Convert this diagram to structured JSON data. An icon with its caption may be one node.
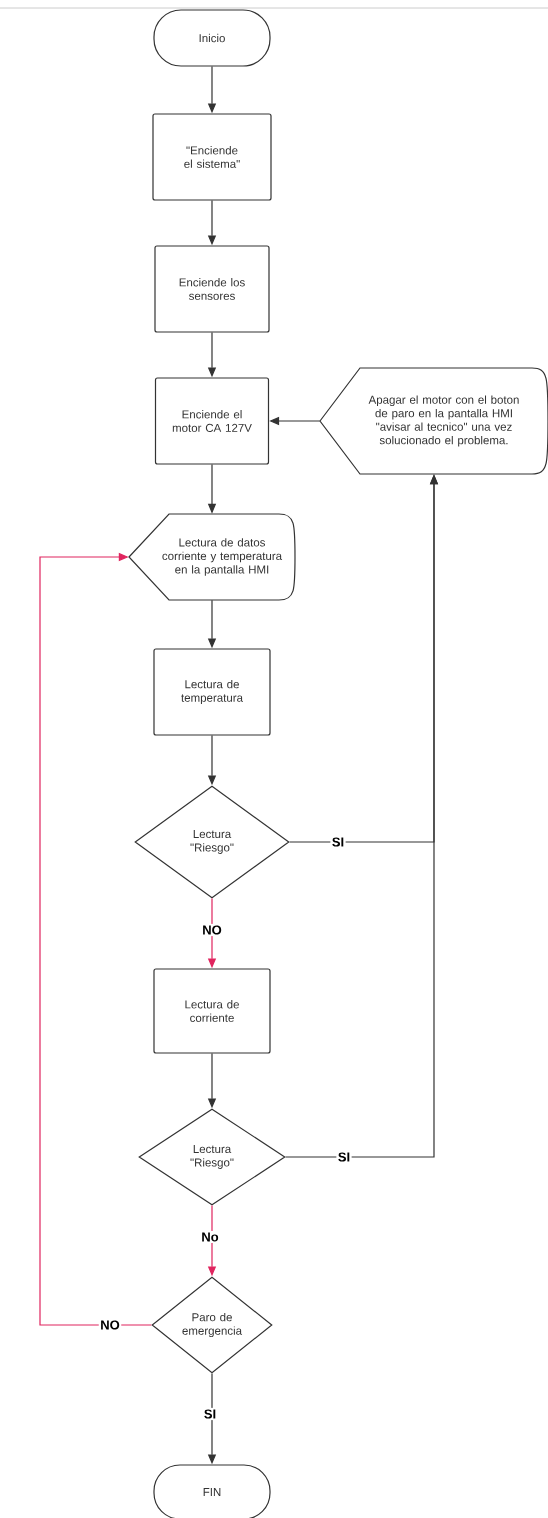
{
  "diagram": {
    "nodes": [
      {
        "text": [
          "Inicio"
        ]
      },
      {
        "text": [
          "\"Enciende el sistema\""
        ]
      },
      {
        "text": [
          "Enciende los sensores"
        ]
      },
      {
        "text": [
          "Enciende el motor CA 127V"
        ]
      },
      {
        "text": [
          "Apagar el motor con el boton de paro en la pantalla HMI \"avisar al tecnico\" una vez solucionado el problema."
        ]
      },
      {
        "text": [
          "Lectura de datos corriente y temperatura en la pantalla HMI"
        ]
      },
      {
        "text": [
          "Lectura de temperatura"
        ]
      },
      {
        "text": [
          "Lectura \"Riesgo\""
        ]
      },
      {
        "text": [
          "Lectura de corriente"
        ]
      },
      {
        "text": [
          "Lectura \"Riesgo\""
        ]
      },
      {
        "text": [
          "Paro de emergencia"
        ]
      },
      {
        "text": [
          "FIN"
        ]
      }
    ],
    "edges": [
      {
        "from": 0,
        "to": 1,
        "arrow": "to"
      },
      {
        "from": 1,
        "to": 2,
        "arrow": "to"
      },
      {
        "from": 2,
        "to": 3,
        "arrow": "to"
      },
      {
        "from": 4,
        "to": 3,
        "arrow": "to"
      },
      {
        "from": 3,
        "to": 5,
        "arrow": "to"
      },
      {
        "from": 5,
        "to": 6,
        "arrow": "to"
      },
      {
        "from": 6,
        "to": 7,
        "arrow": "to"
      },
      {
        "from": 7,
        "to": 4,
        "arrow": "to",
        "label": "SI"
      },
      {
        "from": 7,
        "to": 8,
        "arrow": "to",
        "label": "NO",
        "color": "#e0245e"
      },
      {
        "from": 8,
        "to": 9,
        "arrow": "to"
      },
      {
        "from": 9,
        "to": 4,
        "arrow": "to",
        "label": "SI"
      },
      {
        "from": 9,
        "to": 10,
        "arrow": "to",
        "label": "No",
        "color": "#e0245e"
      },
      {
        "from": 10,
        "to": 5,
        "arrow": "to",
        "label": "NO",
        "color": "#e0245e"
      },
      {
        "from": 10,
        "to": 11,
        "arrow": "to",
        "label": "SI"
      }
    ]
  }
}
